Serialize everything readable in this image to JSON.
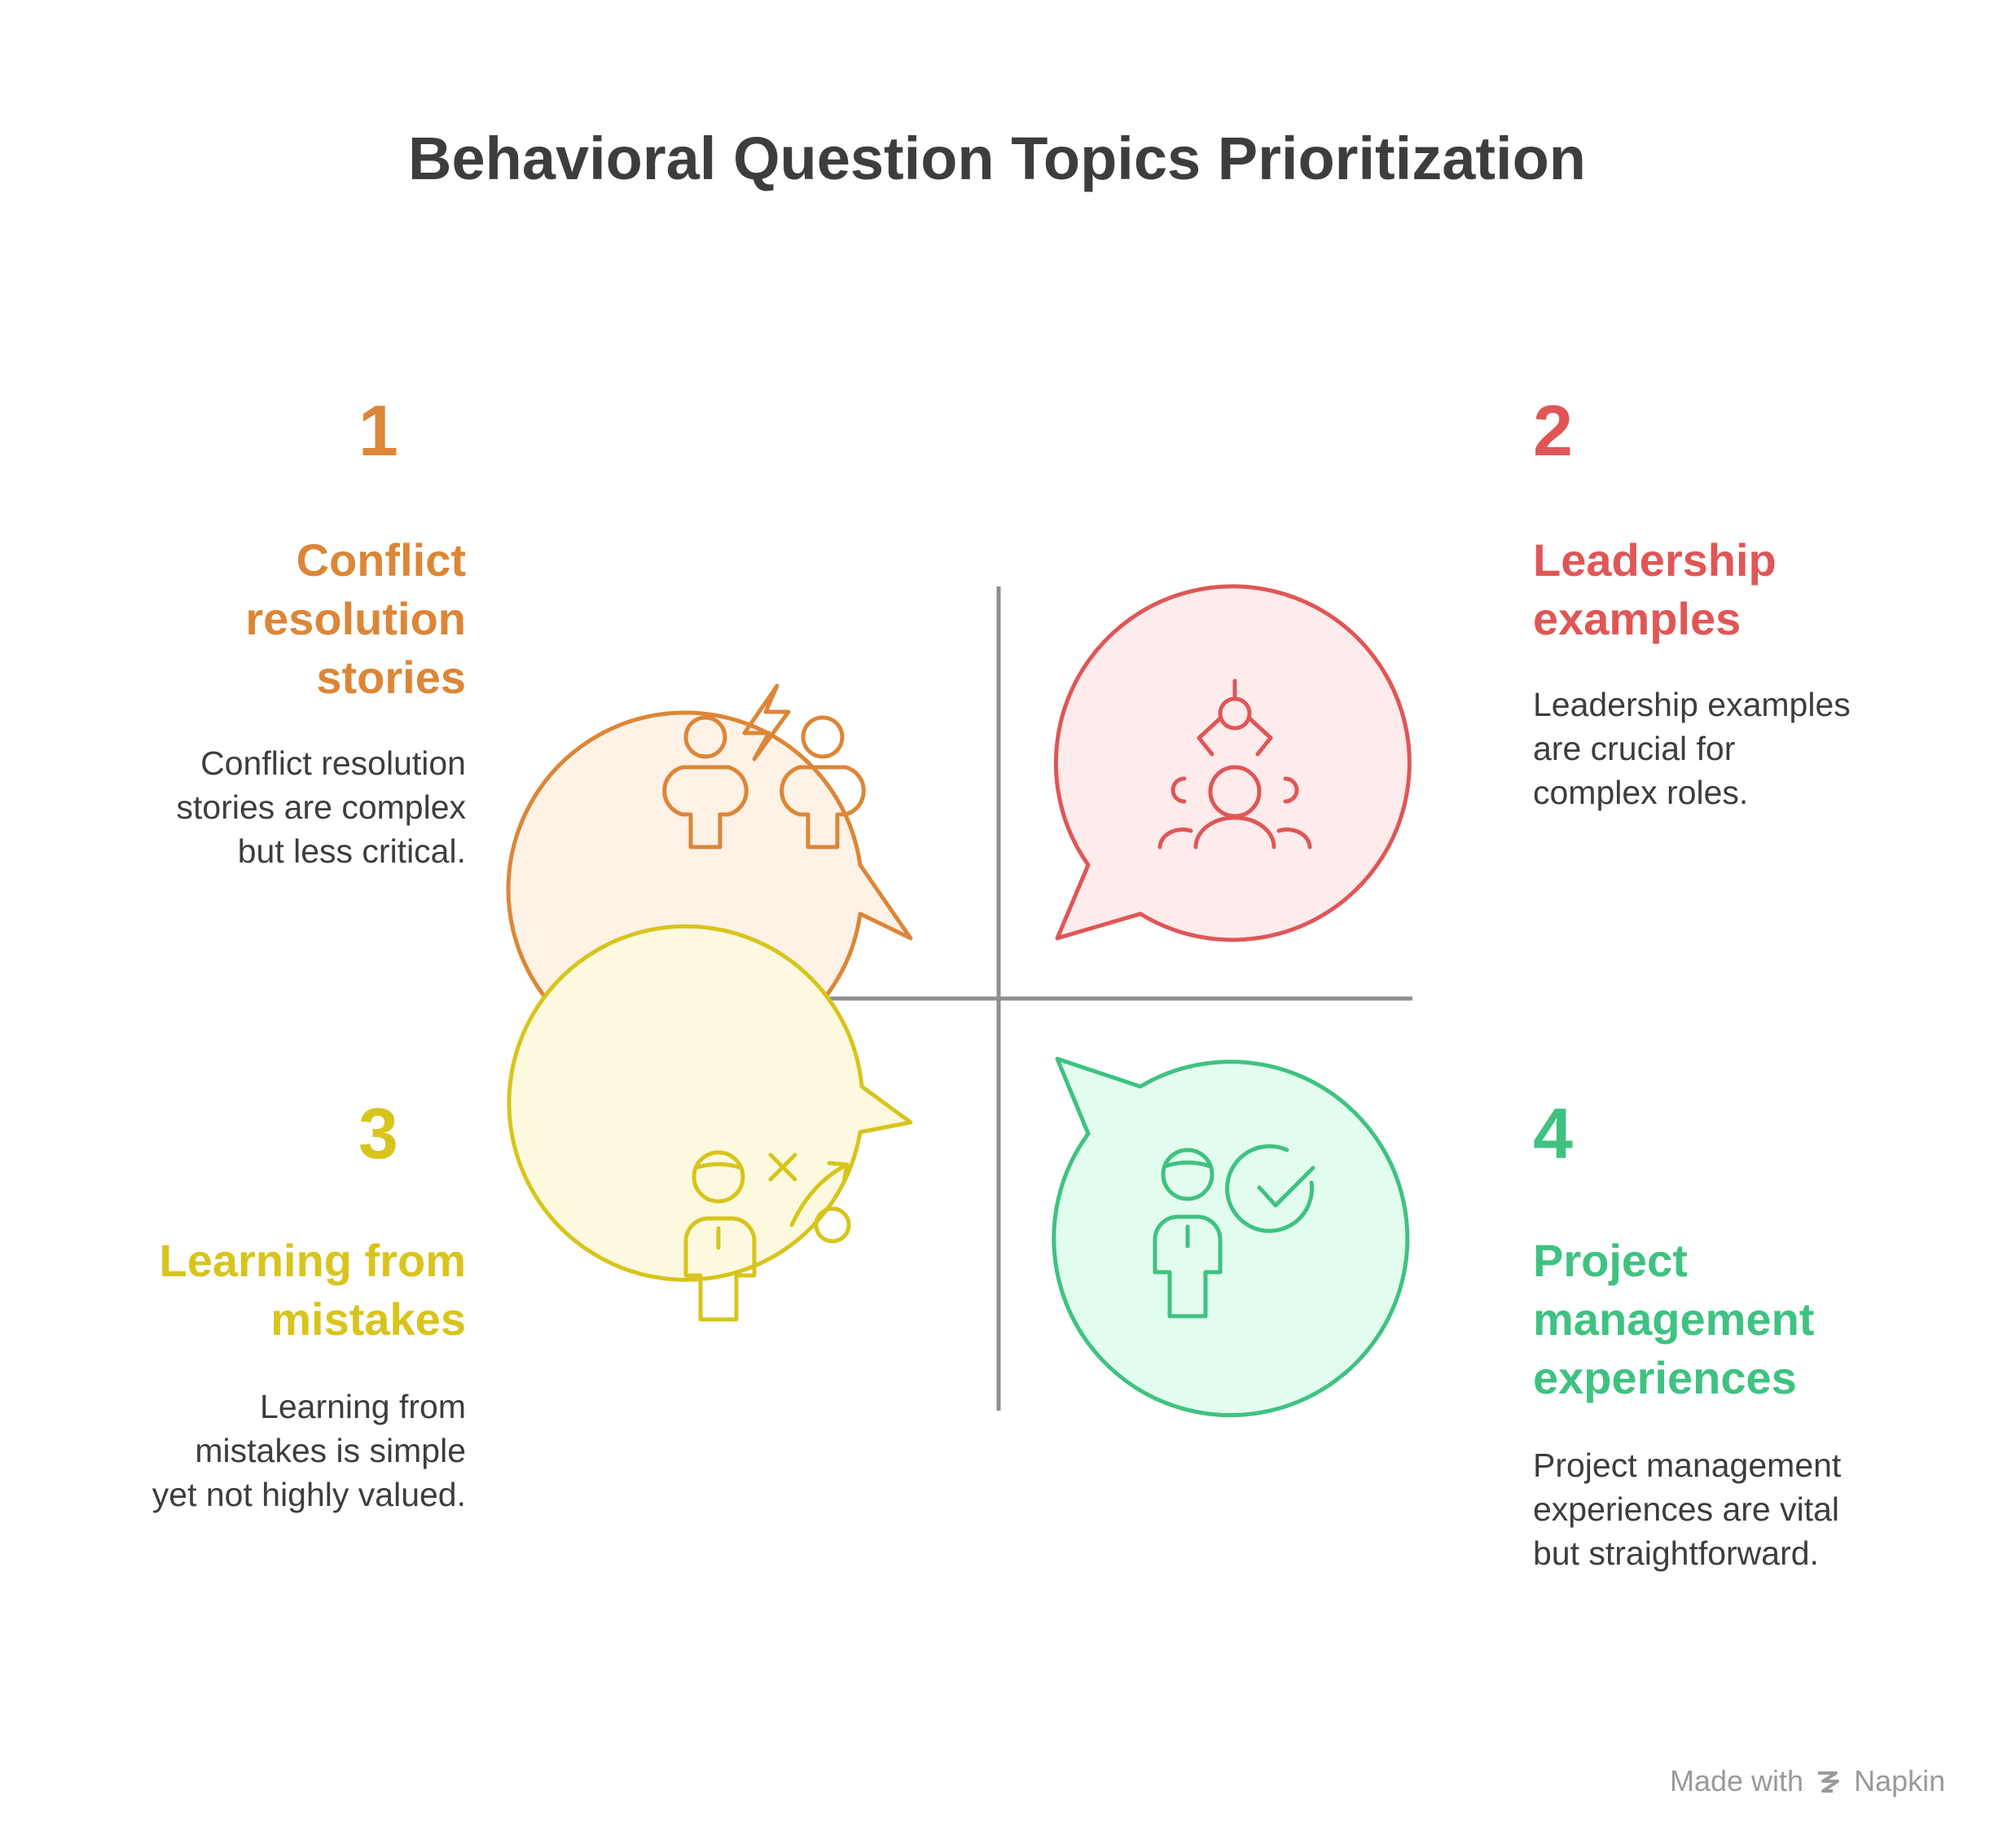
{
  "title": "Behavioral Question Topics Prioritization",
  "colors": {
    "q1": "#dc8637",
    "q1_fill": "#fef2e7",
    "q2": "#e05656",
    "q2_fill": "#feebec",
    "q3": "#d8c41c",
    "q3_fill": "#fdf9de",
    "q4": "#3fc281",
    "q4_fill": "#e2fcee",
    "axis": "#8f8f8f",
    "text": "#3d3d3d"
  },
  "quadrants": [
    {
      "number": "1",
      "heading": [
        "Conflict",
        "resolution",
        "stories"
      ],
      "description": [
        "Conflict resolution",
        "stories are complex",
        "but less critical."
      ],
      "icon": "two-people-lightning-icon"
    },
    {
      "number": "2",
      "heading": [
        "Leadership",
        "examples"
      ],
      "description": [
        "Leadership examples",
        "are crucial for",
        "complex roles."
      ],
      "icon": "leader-team-icon"
    },
    {
      "number": "3",
      "heading": [
        "Learning from",
        "mistakes"
      ],
      "description": [
        "Learning from",
        "mistakes is simple",
        "yet not highly valued."
      ],
      "icon": "person-strategy-icon"
    },
    {
      "number": "4",
      "heading": [
        "Project",
        "management",
        "experiences"
      ],
      "description": [
        "Project management",
        "experiences are vital",
        "but straightforward."
      ],
      "icon": "person-checkmark-icon"
    }
  ],
  "footer": {
    "prefix": "Made with",
    "brand": "Napkin"
  }
}
